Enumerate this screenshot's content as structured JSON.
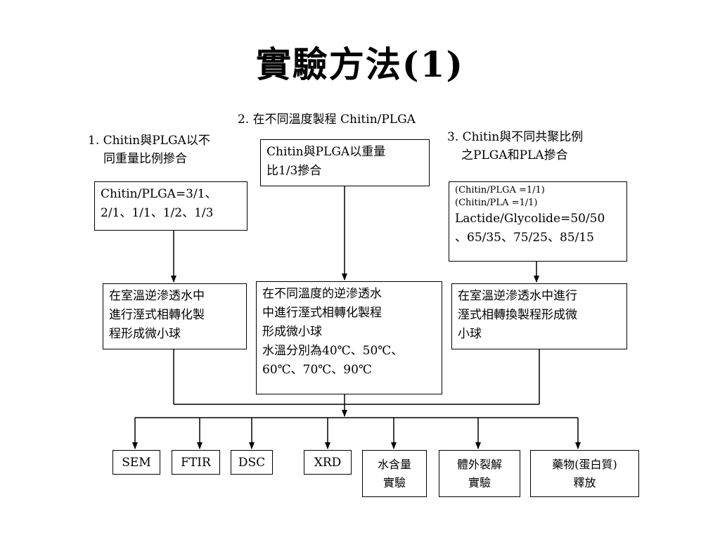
{
  "title": "實驗方法(1)",
  "col1": {
    "heading": [
      "1. Chitin與PLGA以不",
      "同重量比例摻合"
    ],
    "box1": [
      "Chitin/PLGA=3/1、",
      "2/1、1/1、1/2、1/3"
    ],
    "box2": [
      "在室溫逆滲透水中",
      "進行溼式相轉化製",
      "程形成微小球"
    ]
  },
  "col2": {
    "heading": "2. 在不同溫度製程 Chitin/PLGA",
    "box1": [
      "Chitin與PLGA以重量",
      "比1/3摻合"
    ],
    "box2": [
      "在不同溫度的逆滲透水",
      "中進行溼式相轉化製程",
      "形成微小球",
      "水溫分別為40℃、50℃、",
      "60℃、70℃、90℃"
    ]
  },
  "col3": {
    "heading": [
      "3. Chitin與不同共聚比例",
      "之PLGA和PLA摻合"
    ],
    "box1_small": [
      "(Chitin/PLGA =1/1)",
      "(Chitin/PLA =1/1)"
    ],
    "box1": [
      "Lactide/Glycolide=50/50",
      "、65/35、75/25、85/15"
    ],
    "box2": [
      "在室溫逆滲透水中進行",
      "溼式相轉換製程形成微",
      "小球"
    ]
  },
  "analyses": [
    [
      "SEM"
    ],
    [
      "FTIR"
    ],
    [
      "DSC"
    ],
    [
      "XRD"
    ],
    [
      "水含量",
      "實驗"
    ],
    [
      "體外裂解",
      "實驗"
    ],
    [
      "藥物(蛋白質)",
      "釋放"
    ]
  ]
}
